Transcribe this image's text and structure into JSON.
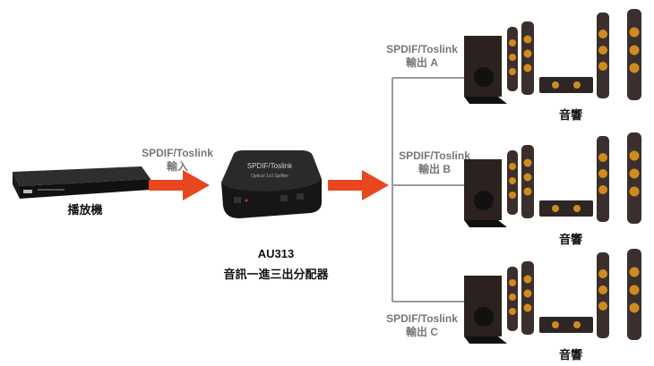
{
  "input": {
    "device_label": "播放機",
    "line1": "SPDIF/Toslink",
    "line2": "輸入"
  },
  "splitter": {
    "model": "AU313",
    "description": "音訊一進三出分配器",
    "top_label": "SPDIF/Toslink",
    "sub_label": "Optical 1x3 Splitter"
  },
  "outputs": [
    {
      "line1": "SPDIF/Toslink",
      "line2": "輸出 A",
      "speaker_label": "音響"
    },
    {
      "line1": "SPDIF/Toslink",
      "line2": "輸出 B",
      "speaker_label": "音響"
    },
    {
      "line1": "SPDIF/Toslink",
      "line2": "輸出 C",
      "speaker_label": "音響"
    }
  ],
  "colors": {
    "arrow": "#e8461e",
    "line": "#999999"
  }
}
